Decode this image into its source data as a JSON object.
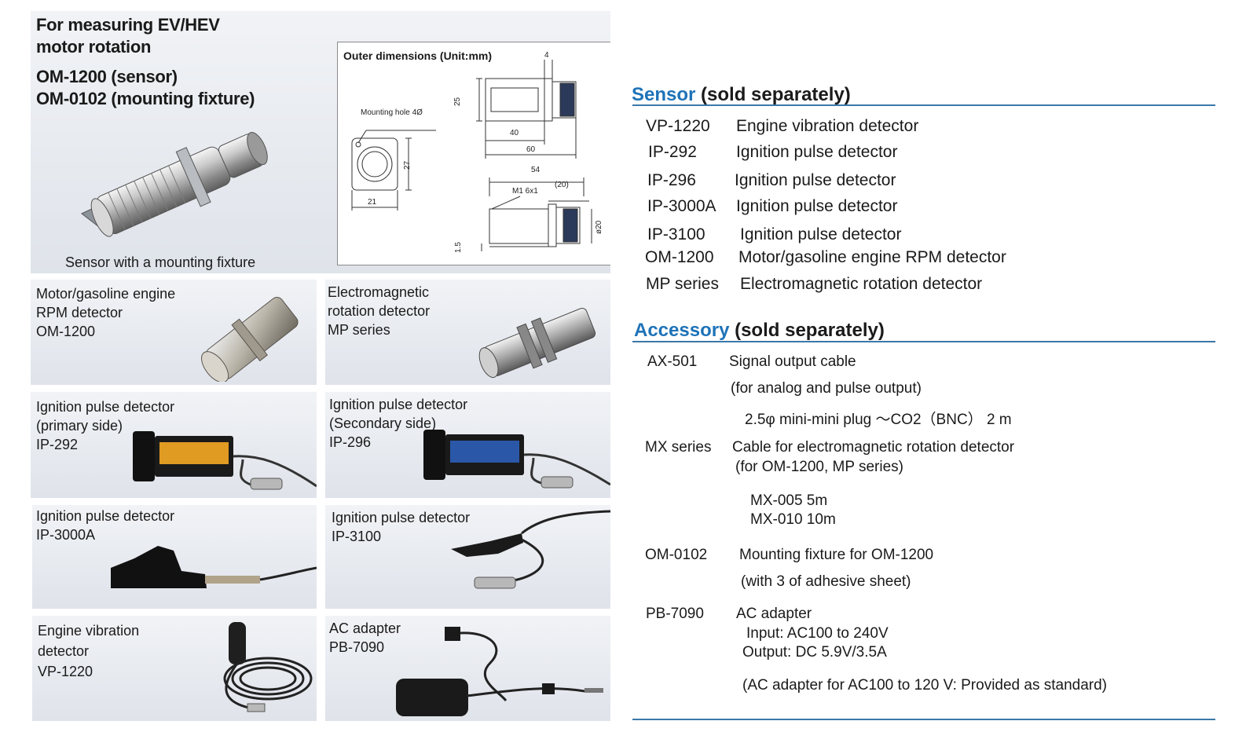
{
  "hero": {
    "title": "For measuring EV/HEV\nmotor rotation",
    "models": [
      "OM-1200 (sensor)",
      "OM-0102 (mounting fixture)"
    ],
    "caption": "Sensor with a mounting fixture",
    "dimensions": {
      "title": "Outer dimensions (Unit:mm)",
      "mounting_hole": "Mounting hole 4Ø",
      "labels": {
        "d4": "4",
        "d25": "25",
        "d40": "40",
        "d60": "60",
        "d27": "27",
        "d21": "21",
        "d54": "54",
        "d20p": "(20)",
        "thread": "M1 6x1",
        "d20dia": "ø20",
        "d15": "1.5"
      }
    }
  },
  "products": [
    {
      "label": "Motor/gasoline engine\nRPM detector\nOM-1200",
      "icon": "rpm-detector-icon"
    },
    {
      "label": "Electromagnetic\nrotation detector\nMP series",
      "icon": "electromagnetic-detector-icon"
    },
    {
      "label": "Ignition pulse detector\n(primary side)\nIP-292",
      "icon": "ignition-clamp-orange-icon"
    },
    {
      "label": "Ignition pulse detector\n(Secondary side)\nIP-296",
      "icon": "ignition-clamp-blue-icon"
    },
    {
      "label": "Ignition pulse detector\nIP-3000A",
      "icon": "ignition-probe-icon"
    },
    {
      "label": "Ignition pulse detector\nIP-3100",
      "icon": "ignition-clip-icon"
    },
    {
      "label": "Engine vibration\ndetector\nVP-1220",
      "icon": "vibration-detector-icon"
    },
    {
      "label": "AC adapter\nPB-7090",
      "icon": "ac-adapter-icon"
    }
  ],
  "sensor": {
    "title_highlight": "Sensor",
    "title_rest": "(sold separately)",
    "items": [
      {
        "model": "VP-1220",
        "desc": "Engine vibration detector"
      },
      {
        "model": "IP-292",
        "desc": "Ignition pulse detector"
      },
      {
        "model": "IP-296",
        "desc": "Ignition pulse detector"
      },
      {
        "model": "IP-3000A",
        "desc": "Ignition pulse detector"
      },
      {
        "model": "IP-3100",
        "desc": "Ignition pulse detector"
      },
      {
        "model": "OM-1200",
        "desc": "Motor/gasoline engine RPM detector"
      },
      {
        "model": "MP series",
        "desc": "Electromagnetic rotation detector"
      }
    ]
  },
  "accessory": {
    "title_highlight": "Accessory",
    "title_rest": "(sold separately)",
    "ax501": {
      "model": "AX-501",
      "desc": "Signal output cable",
      "note": "(for analog and pulse output)",
      "detail": "2.5φ mini-mini plug ～CO2（BNC） 2 m"
    },
    "mx": {
      "model": "MX series",
      "desc": "Cable for electromagnetic rotation detector",
      "note": "(for OM-1200, MP series)",
      "options": [
        "MX-005 5m",
        "MX-010 10m"
      ]
    },
    "om0102": {
      "model": "OM-0102",
      "desc": "Mounting fixture for OM-1200",
      "note": "(with 3 of adhesive sheet)"
    },
    "pb7090": {
      "model": "PB-7090",
      "desc": "AC adapter",
      "input": "Input: AC100 to 240V",
      "output": "Output: DC 5.9V/3.5A",
      "note": "(AC adapter for AC100 to 120 V: Provided as standard)"
    }
  }
}
